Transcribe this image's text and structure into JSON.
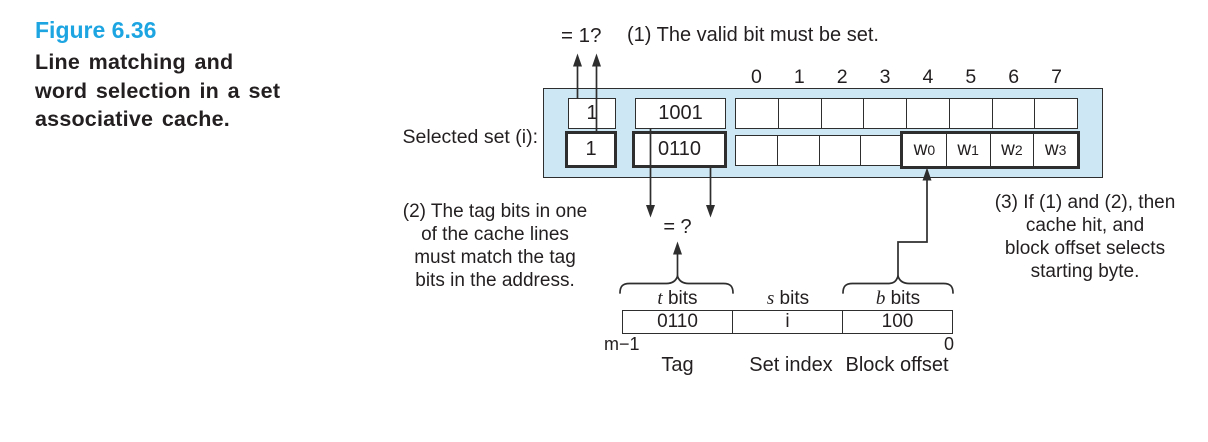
{
  "palette": {
    "figure_label_blue": "#1da5e2",
    "cache_box_fill": "#cee7f4",
    "diagram_line": "#2e2e2e",
    "text_color": "#231f20"
  },
  "caption": {
    "figure_label": "Figure 6.36",
    "title_lines": [
      "Line matching and",
      "word selection in a set",
      "associative cache."
    ]
  },
  "top_annotation": {
    "equals_check": "= 1?",
    "step1": "(1) The valid bit must be set."
  },
  "selected_set_label": "Selected set (i):",
  "cache": {
    "column_numbers": [
      "0",
      "1",
      "2",
      "3",
      "4",
      "5",
      "6",
      "7"
    ],
    "line1": {
      "valid": "1",
      "tag": "1001"
    },
    "line2": {
      "valid": "1",
      "tag": "0110"
    },
    "words": [
      {
        "base": "w",
        "sub": "0"
      },
      {
        "base": "w",
        "sub": "1"
      },
      {
        "base": "w",
        "sub": "2"
      },
      {
        "base": "w",
        "sub": "3"
      }
    ]
  },
  "tag_check": "= ?",
  "step2_lines": [
    "(2) The tag bits in one",
    "of the cache lines",
    "must match the tag",
    "bits in the address."
  ],
  "step3_lines": [
    "(3) If (1) and (2), then",
    "cache hit, and",
    "block offset selects",
    "starting byte."
  ],
  "address": {
    "fields": [
      {
        "bits_prefix": "t",
        "bits_suffix": " bits",
        "value": "0110",
        "name": "Tag"
      },
      {
        "bits_prefix": "s",
        "bits_suffix": " bits",
        "value": "i",
        "name": "Set index"
      },
      {
        "bits_prefix": "b",
        "bits_suffix": " bits",
        "value": "100",
        "name": "Block offset"
      }
    ],
    "msb_label": "m−1",
    "lsb_label": "0"
  }
}
